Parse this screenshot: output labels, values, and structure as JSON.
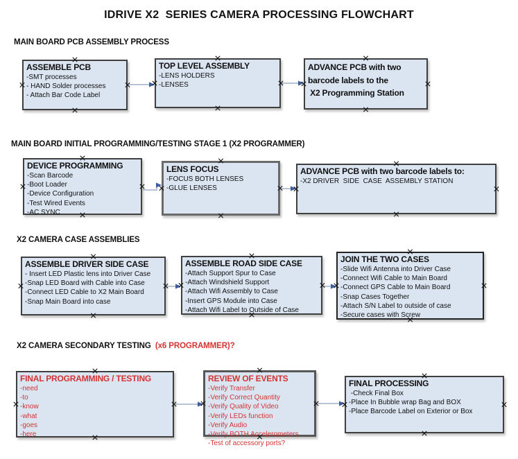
{
  "title": "IDRIVE X2  SERIES CAMERA PROCESSING FLOWCHART",
  "colors": {
    "box_fill": "#dbe5f1",
    "box_border": "#3f3f3f",
    "arrow_line": "#9fb0ca",
    "arrow_head": "#3f5e9e",
    "red_text": "#d53232",
    "handle": "#1a1a1a"
  },
  "sections": [
    {
      "heading": "MAIN BOARD PCB ASSEMBLY PROCESS",
      "heading_accent": "",
      "boxes": [
        {
          "title": "ASSEMBLE PCB",
          "items": [
            "-SMT processes",
            "- HAND Solder processes",
            "- Attach Bar Code Label"
          ]
        },
        {
          "title": "TOP LEVEL ASSEMBLY",
          "items": [
            "-LENS HOLDERS",
            "-LENSES"
          ]
        },
        {
          "title": "ADVANCE PCB with two",
          "items": [
            "barcode labels to the",
            " X2 Programming Station"
          ]
        }
      ]
    },
    {
      "heading": "MAIN BOARD INITIAL PROGRAMMING/TESTING STAGE 1 (X2 PROGRAMMER)",
      "heading_accent": "",
      "boxes": [
        {
          "title": "DEVICE PROGRAMMING",
          "items": [
            "-Scan Barcode",
            "-Boot Loader",
            "-Device Configuration",
            "-Test Wired Events",
            "-AC SYNC"
          ]
        },
        {
          "title": "LENS FOCUS",
          "items": [
            "-FOCUS BOTH LENSES",
            "-GLUE LENSES"
          ]
        },
        {
          "title": "ADVANCE PCB with two barcode labels to:",
          "items": [
            "-X2 DRIVER  SIDE  CASE  ASSEMBLY STATION"
          ]
        }
      ]
    },
    {
      "heading": "X2 CAMERA CASE ASSEMBLIES",
      "heading_accent": "",
      "boxes": [
        {
          "title": "ASSEMBLE DRIVER SIDE CASE",
          "items": [
            "- Insert LED Plastic lens into Driver Case",
            "-Snap LED Board with Cable into Case",
            "-Connect LED Cable to X2 Main Board",
            "-Snap Main Board into case"
          ]
        },
        {
          "title": "ASSEMBLE ROAD SIDE CASE",
          "items": [
            "-Attach Support Spur to Case",
            "-Attach Windshield Support",
            "-Attach Wifi Assembly to Case",
            "-Insert GPS Module into Case",
            "-Attach Wifi Label to Outside of Case"
          ]
        },
        {
          "title": "JOIN THE TWO CASES",
          "items": [
            "-Slide Wifi Antenna into Driver Case",
            "-Connect Wifi Cable to Main Board",
            "-Connect GPS Cable to Main Board",
            "-Snap Cases Together",
            "-Attach S/N Label to outside of case",
            "-Secure cases with Screw"
          ]
        }
      ]
    },
    {
      "heading": "X2 CAMERA SECONDARY TESTING  ",
      "heading_accent": "(x6 PROGRAMMER)?",
      "boxes": [
        {
          "title": "FINAL PROGRAMMING / TESTING",
          "items": [
            "-need",
            "-to",
            "-know",
            "-what",
            "-goes",
            "-here"
          ]
        },
        {
          "title": "REVIEW OF EVENTS",
          "items": [
            "-Verify Transfer",
            "-Verify Correct Quantity",
            "-Verify Quality of Video",
            "-Verify LEDs function",
            "-Verify Audio",
            "-Verify BOTH Accelerometers",
            "-Test of accessory ports?"
          ]
        },
        {
          "title": "FINAL PROCESSING",
          "items": [
            " -Check Final Box",
            "-Place In Bubble wrap Bag and BOX",
            "-Place Barcode Label on Exterior or Box"
          ]
        }
      ]
    }
  ]
}
